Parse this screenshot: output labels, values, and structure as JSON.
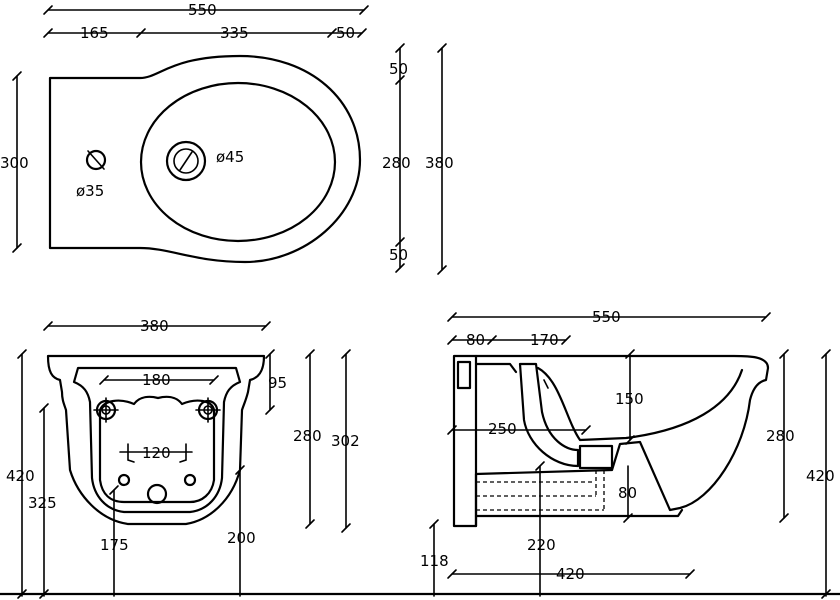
{
  "top_view": {
    "overall_width": "550",
    "seg_left": "165",
    "seg_mid": "335",
    "seg_right": "50",
    "height": "300",
    "rim_top": "50",
    "bowl_depth": "280",
    "overall_depth": "380",
    "rim_bottom": "50",
    "tap_hole": "ø35",
    "drain_hole": "ø45"
  },
  "front_view": {
    "width": "380",
    "inner_width": "180",
    "rim_height": "95",
    "mount_spacing": "120",
    "body_height": "280",
    "outer_height": "302",
    "total_height": "420",
    "floor_to_waste": "325",
    "waste_offset": "175",
    "base_height": "200"
  },
  "side_view": {
    "overall_length": "550",
    "back_wall": "80",
    "back_section": "170",
    "bowl_depth": "150",
    "waste_reach": "250",
    "body_height": "280",
    "total_height": "420",
    "trap_height": "80",
    "floor_to_outlet": "220",
    "wall_clearance": "118",
    "foot_length": "420"
  }
}
